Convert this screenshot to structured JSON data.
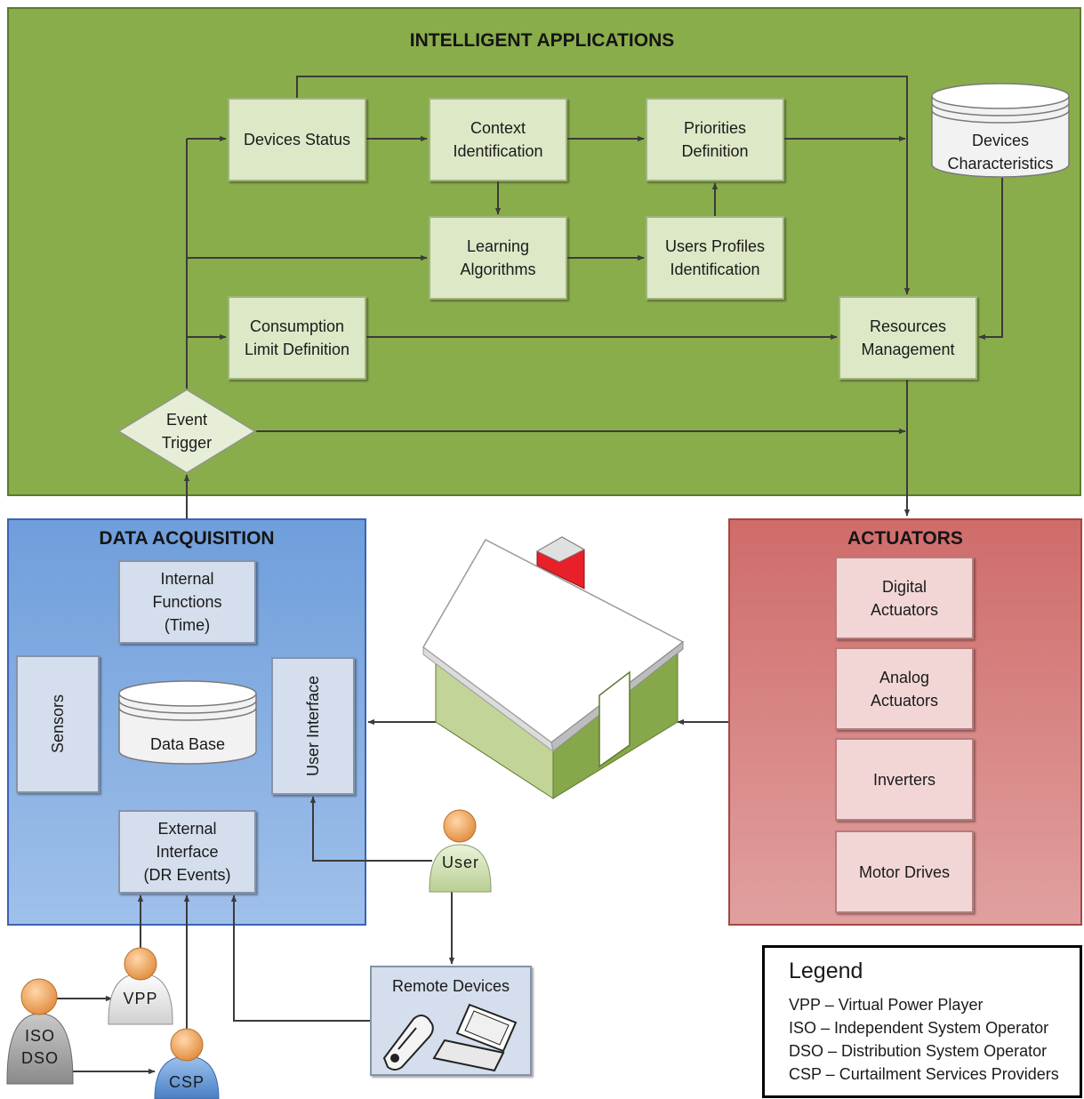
{
  "intelligent_applications": {
    "title": "INTELLIGENT APPLICATIONS",
    "devices_status": "Devices Status",
    "context_identification": "Context\nIdentification",
    "priorities_definition": "Priorities\nDefinition",
    "devices_characteristics": "Devices\nCharacteristics",
    "learning_algorithms": "Learning\nAlgorithms",
    "users_profiles_identification": "Users Profiles\nIdentification",
    "consumption_limit_definition": "Consumption\nLimit Definition",
    "resources_management": "Resources\nManagement",
    "event_trigger": "Event\nTrigger"
  },
  "data_acquisition": {
    "title": "DATA ACQUISITION",
    "internal_functions": "Internal\nFunctions\n(Time)",
    "sensors": "Sensors",
    "data_base": "Data Base",
    "user_interface": "User Interface",
    "external_interface": "External\nInterface\n(DR Events)"
  },
  "actuators": {
    "title": "ACTUATORS",
    "items": [
      "Digital\nActuators",
      "Analog\nActuators",
      "Inverters",
      "Motor Drives"
    ]
  },
  "actors": {
    "user": "User",
    "vpp": "VPP",
    "iso_dso": "ISO\nDSO",
    "csp": "CSP"
  },
  "remote_devices": {
    "title": "Remote Devices",
    "icons": [
      "mobile-phone-icon",
      "laptop-icon"
    ]
  },
  "legend": {
    "title": "Legend",
    "items": [
      "VPP – Virtual Power Player",
      "ISO – Independent System Operator",
      "DSO –  Distribution System Operator",
      "CSP – Curtailment Services Providers"
    ]
  },
  "colors": {
    "apps_panel": "#8aad4c",
    "acquisition_panel": "#6f9edb",
    "actuators_panel": "#cf6c6a",
    "house_walls": "#8fb055",
    "chimney": "#e8202a"
  }
}
